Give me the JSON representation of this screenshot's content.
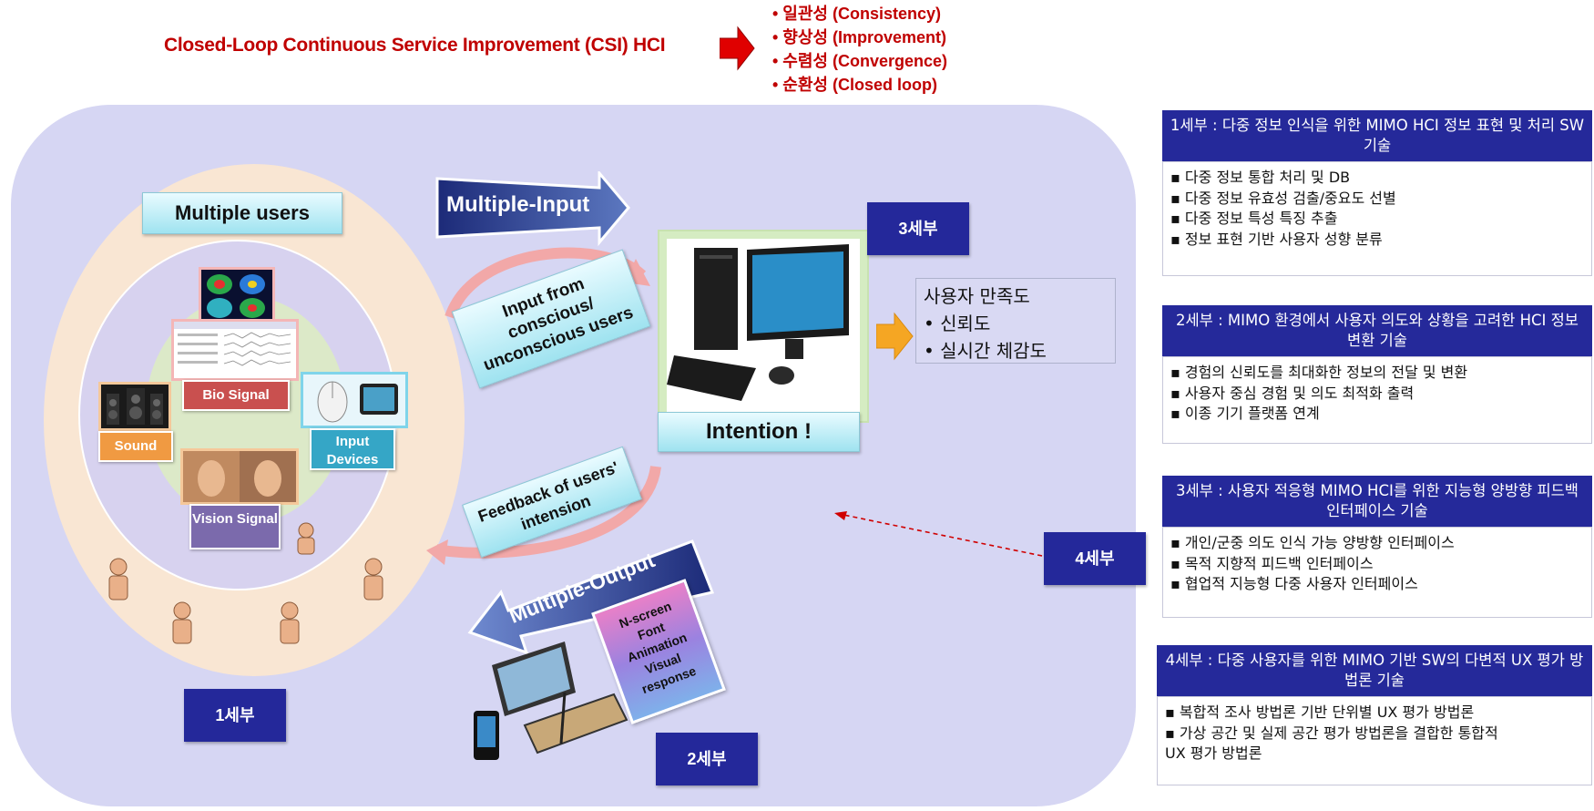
{
  "header": {
    "title": "Closed-Loop Continuous Service Improvement (CSI) HCI",
    "properties": [
      "• 일관성 (Consistency)",
      "• 향상성 (Improvement)",
      "• 수렴성 (Convergence)",
      "• 순환성 (Closed loop)"
    ]
  },
  "diagram": {
    "multiple_users": "Multiple users",
    "bio_signal": "Bio Signal",
    "sound": "Sound",
    "input_devices": "Input Devices",
    "vision_signal": "Vision Signal",
    "multiple_input": "Multiple-Input",
    "input_from": "Input from conscious/ unconscious users",
    "intention": "Intention !",
    "feedback": "Feedback of users' intension",
    "multiple_output": "Multiple-Output",
    "output_modes": [
      "N-screen",
      "Font",
      "Animation",
      "Visual",
      "response"
    ],
    "label_1": "1세부",
    "label_2": "2세부",
    "label_3": "3세부",
    "label_4": "4세부",
    "satisfaction": {
      "title": "사용자 만족도",
      "items": [
        "• 신뢰도",
        "• 실시간 체감도"
      ]
    }
  },
  "panels": [
    {
      "title": "1세부 : 다중 정보 인식을 위한 MIMO HCI 정보 표현 및 처리 SW 기술",
      "items": [
        "▪ 다중 정보 통합 처리 및 DB",
        "▪ 다중 정보 유효성 검출/중요도 선별",
        "▪ 다중 정보 특성 특징 추출",
        "▪ 정보 표현 기반 사용자 성향 분류"
      ]
    },
    {
      "title": "2세부 : MIMO 환경에서 사용자 의도와 상황을 고려한 HCI 정보 변환 기술",
      "items": [
        "▪ 경험의 신뢰도를 최대화한 정보의 전달 및 변환",
        "▪ 사용자 중심 경험 및 의도 최적화 출력",
        "▪ 이종 기기 플랫폼 연계"
      ]
    },
    {
      "title": "3세부 : 사용자 적응형 MIMO HCI를 위한 지능형 양방향 피드백 인터페이스 기술",
      "items": [
        "▪ 개인/군중 의도 인식 가능 양방향 인터페이스",
        "▪ 목적 지향적 피드백 인터페이스",
        "▪ 협업적 지능형 다중 사용자 인터페이스"
      ]
    },
    {
      "title": "4세부 : 다중 사용자를 위한 MIMO 기반 SW의 다변적 UX 평가 방법론 기술",
      "items": [
        "▪ 복합적 조사 방법론 기반 단위별 UX 평가 방법론",
        "▪ 가상 공간 및 실제 공간 평가 방법론을 결합한 통합적",
        "UX 평가 방법론"
      ]
    }
  ],
  "colors": {
    "title_red": "#c00000",
    "panel_bg": "#d6d6f3",
    "navy": "#24289a",
    "cyan": "#a7e6f2",
    "satisfaction_arrow": "#f5a623"
  }
}
